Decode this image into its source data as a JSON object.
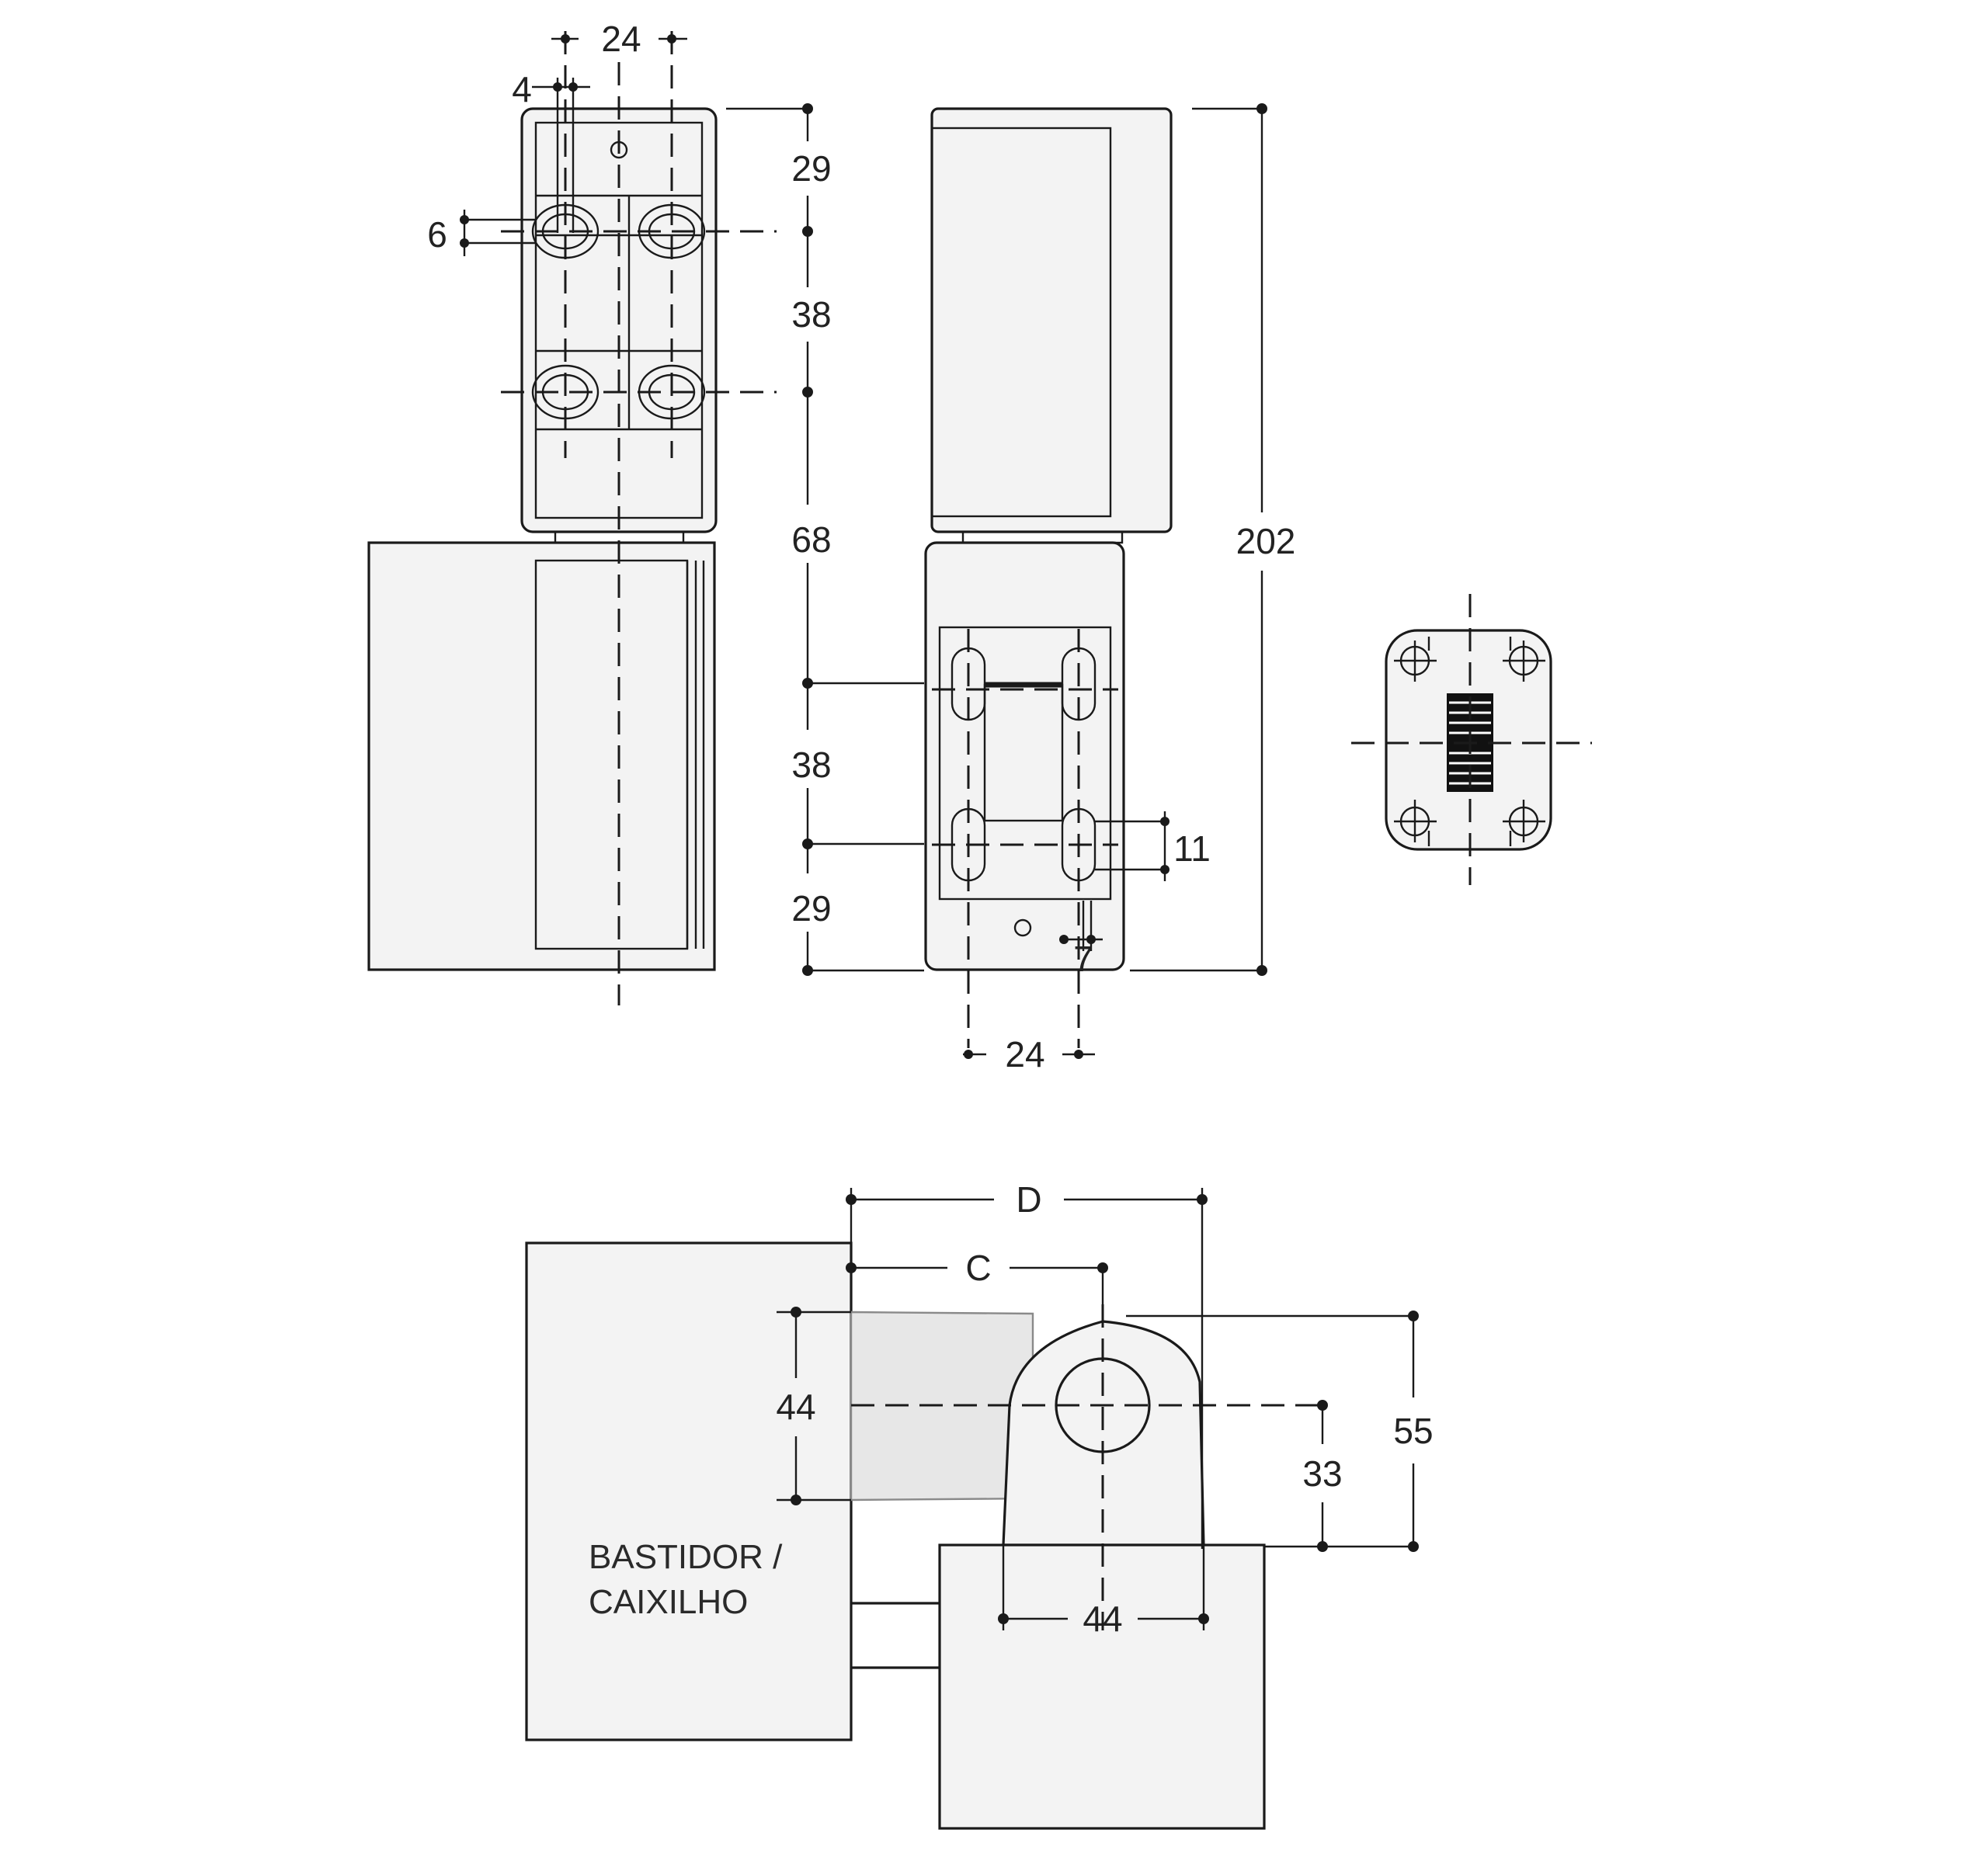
{
  "drawing": {
    "front_view": {
      "dims": {
        "hole_spacing_top": "24",
        "slot_width": "4",
        "slot_height": "6",
        "top_to_first_row": "29",
        "row_spacing_top": "38",
        "middle_gap": "68",
        "row_spacing_bottom": "38",
        "last_row_to_bottom": "29"
      }
    },
    "side_view": {
      "dims": {
        "overall_height": "202",
        "slot_length": "11",
        "slot_offset": "7",
        "hole_spacing_bottom": "24"
      }
    },
    "plan_view": {
      "dims": {
        "D": "D",
        "C": "C",
        "leaf_height": "44",
        "axis_offset": "33",
        "overall_depth": "55",
        "knuckle_width": "44"
      },
      "frame_label_line1": "BASTIDOR /",
      "frame_label_line2": "CAIXILHO"
    }
  }
}
